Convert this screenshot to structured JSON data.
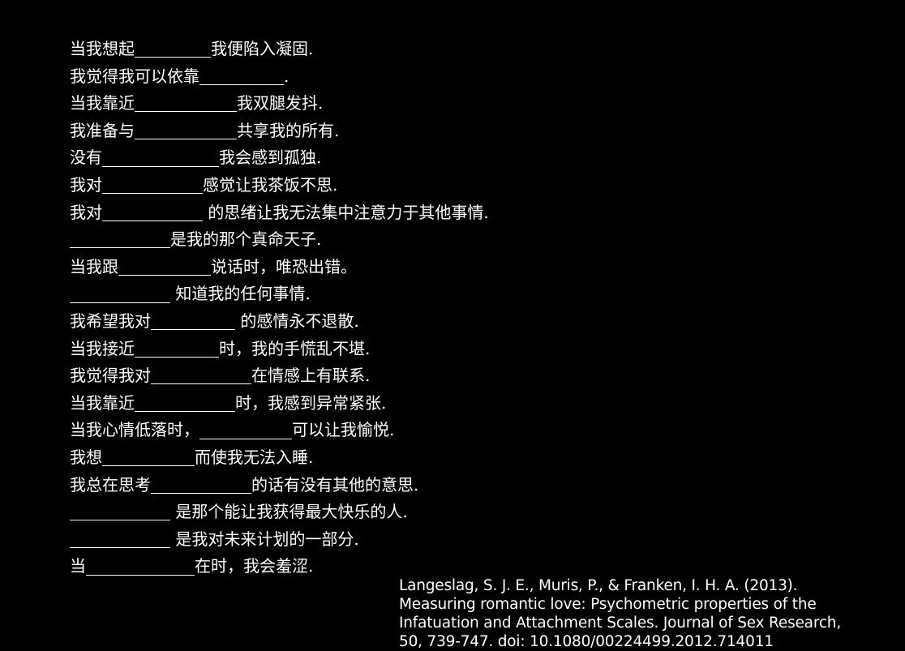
{
  "items": [
    {
      "before": "当我想起",
      "blank_width": 94,
      "after": "我便陷入凝固."
    },
    {
      "before": "我觉得我可以依靠",
      "blank_width": 104,
      "after": "."
    },
    {
      "before": "当我靠近",
      "blank_width": 126,
      "after": "我双腿发抖."
    },
    {
      "before": "我准备与",
      "blank_width": 126,
      "after": "共享我的所有."
    },
    {
      "before": "没有",
      "blank_width": 144,
      "after": "我会感到孤独."
    },
    {
      "before": "我对",
      "blank_width": 124,
      "after": "感觉让我茶饭不思."
    },
    {
      "before": "我对",
      "blank_width": 124,
      "after": " 的思绪让我无法集中注意力于其他事情."
    },
    {
      "before": "",
      "blank_width": 124,
      "after": "是我的那个真命天子."
    },
    {
      "before": "当我跟",
      "blank_width": 114,
      "after": "说话时，唯恐出错。"
    },
    {
      "before": "",
      "blank_width": 124,
      "after": " 知道我的任何事情."
    },
    {
      "before": "我希望我对",
      "blank_width": 104,
      "after": " 的感情永不退散."
    },
    {
      "before": "当我接近",
      "blank_width": 104,
      "after": "时，我的手慌乱不堪."
    },
    {
      "before": "我觉得我对",
      "blank_width": 124,
      "after": "在情感上有联系."
    },
    {
      "before": "当我靠近",
      "blank_width": 124,
      "after": "时，我感到异常紧张."
    },
    {
      "before": "当我心情低落时，",
      "blank_width": 114,
      "after": "可以让我愉悦."
    },
    {
      "before": "我想",
      "blank_width": 114,
      "after": "而使我无法入睡."
    },
    {
      "before": "我总在思考",
      "blank_width": 124,
      "after": "的话有没有其他的意思."
    },
    {
      "before": "",
      "blank_width": 124,
      "after": " 是那个能让我获得最大快乐的人."
    },
    {
      "before": "",
      "blank_width": 124,
      "after": " 是我对未来计划的一部分."
    },
    {
      "before": "当",
      "blank_width": 134,
      "after": "在时，我会羞涩."
    }
  ],
  "citation": {
    "lines": [
      "Langeslag, S. J. E., Muris, P., & Franken, I. H. A. (2013).",
      "Measuring romantic love: Psychometric properties of the",
      "Infatuation and Attachment Scales. Journal of Sex Research,",
      "50, 739-747. doi: 10.1080/00224499.2012.714011"
    ]
  },
  "colors": {
    "background": "#000000",
    "text": "#ffffff"
  }
}
